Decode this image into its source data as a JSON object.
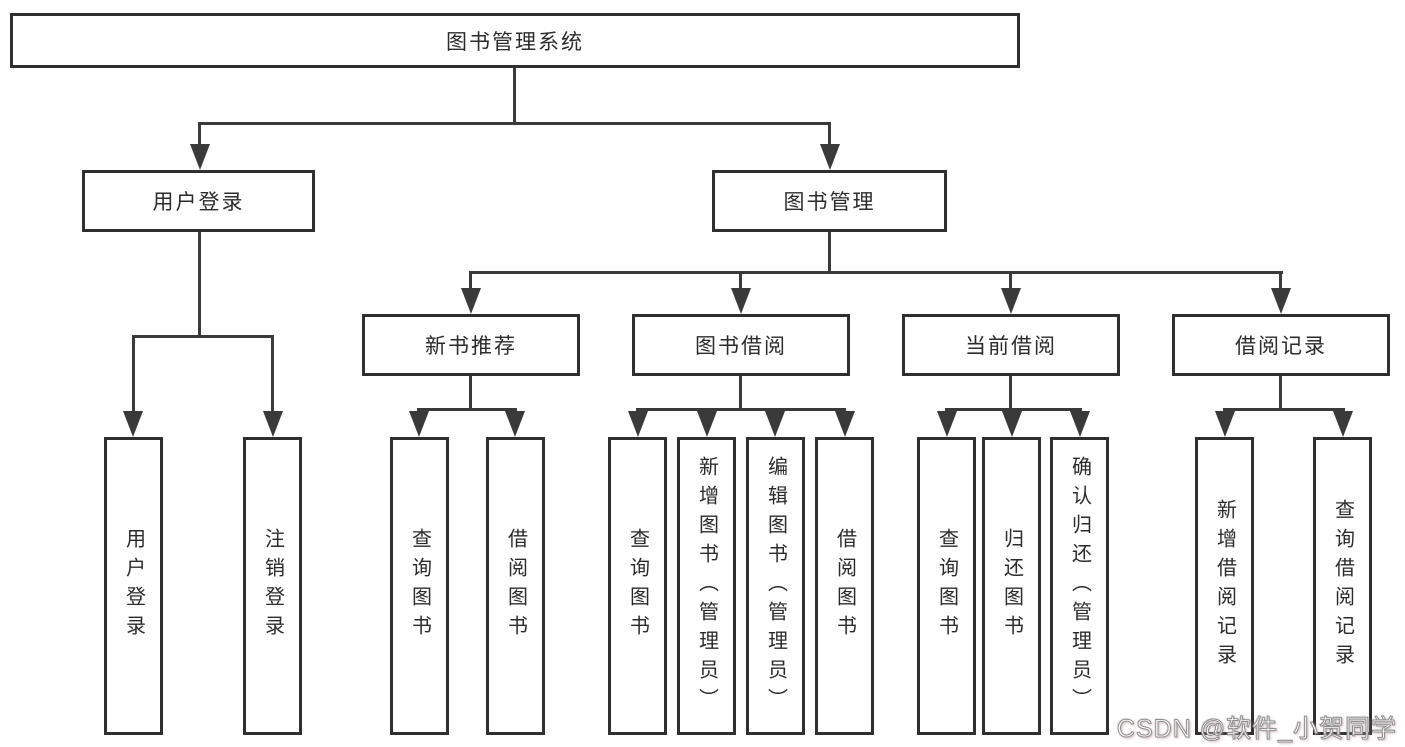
{
  "diagram": {
    "title": "图书管理系统",
    "type": "function-structure-tree"
  },
  "tree": {
    "root": {
      "label": "图书管理系统"
    },
    "branches": [
      {
        "label": "用户登录",
        "children": [
          {
            "label": "用户登录"
          },
          {
            "label": "注销登录"
          }
        ]
      },
      {
        "label": "图书管理",
        "children": [
          {
            "label": "新书推荐",
            "children": [
              {
                "label": "查询图书"
              },
              {
                "label": "借阅图书"
              }
            ]
          },
          {
            "label": "图书借阅",
            "children": [
              {
                "label": "查询图书"
              },
              {
                "label": "新增图书（管理员）"
              },
              {
                "label": "编辑图书（管理员）"
              },
              {
                "label": "借阅图书"
              }
            ]
          },
          {
            "label": "当前借阅",
            "children": [
              {
                "label": "查询图书"
              },
              {
                "label": "归还图书"
              },
              {
                "label": "确认归还（管理员）"
              }
            ]
          },
          {
            "label": "借阅记录",
            "children": [
              {
                "label": "新增借阅记录"
              },
              {
                "label": "查询借阅记录"
              }
            ]
          }
        ]
      }
    ]
  },
  "watermark": {
    "text": "CSDN @软件_小贺同学"
  },
  "colors": {
    "line": "#3a3a3a",
    "box_border": "#2f2f2f",
    "text": "#2b2b2b",
    "background": "#ffffff",
    "watermark_fill": "#ffffff",
    "watermark_outline": "#8f8f8f"
  }
}
